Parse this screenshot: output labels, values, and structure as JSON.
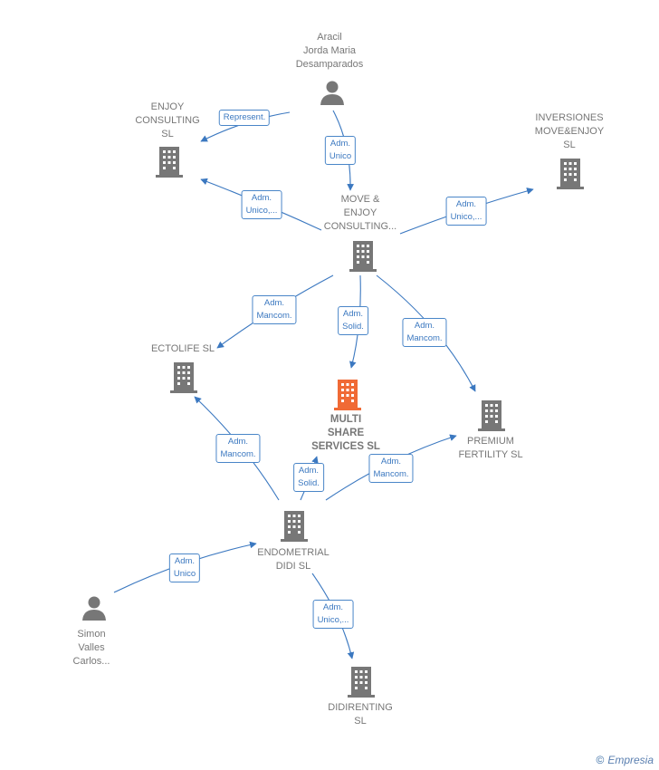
{
  "nodes": {
    "aracil": {
      "label": "Aracil\nJorda Maria\nDesamparados",
      "type": "person"
    },
    "enjoy_consulting": {
      "label": "ENJOY\nCONSULTING\nSL",
      "type": "company"
    },
    "inversiones": {
      "label": "INVERSIONES\nMOVE&ENJOY\nSL",
      "type": "company"
    },
    "move_enjoy": {
      "label": "MOVE &\nENJOY\nCONSULTING...",
      "type": "company"
    },
    "ectolife": {
      "label": "ECTOLIFE  SL",
      "type": "company"
    },
    "multi_share": {
      "label": "MULTI\nSHARE\nSERVICES  SL",
      "type": "company-focus"
    },
    "premium_fertility": {
      "label": "PREMIUM\nFERTILITY  SL",
      "type": "company"
    },
    "endometrial": {
      "label": "ENDOMETRIAL\nDIDI  SL",
      "type": "company"
    },
    "simon": {
      "label": "Simon\nValles\nCarlos...",
      "type": "person"
    },
    "didirenting": {
      "label": "DIDIRENTING\nSL",
      "type": "company"
    }
  },
  "edges": [
    {
      "id": "e1",
      "label": "Represent."
    },
    {
      "id": "e2",
      "label": "Adm.\nUnico"
    },
    {
      "id": "e3",
      "label": "Adm.\nUnico,..."
    },
    {
      "id": "e4",
      "label": "Adm.\nUnico,..."
    },
    {
      "id": "e5",
      "label": "Adm.\nMancom."
    },
    {
      "id": "e6",
      "label": "Adm.\nSolid."
    },
    {
      "id": "e7",
      "label": "Adm.\nMancom."
    },
    {
      "id": "e8",
      "label": "Adm.\nMancom."
    },
    {
      "id": "e9",
      "label": "Adm.\nSolid."
    },
    {
      "id": "e10",
      "label": "Adm.\nMancom."
    },
    {
      "id": "e11",
      "label": "Adm.\nUnico"
    },
    {
      "id": "e12",
      "label": "Adm.\nUnico,..."
    }
  ],
  "colors": {
    "edge": "#3b78c0",
    "company": "#777777",
    "focus": "#f06a35",
    "person": "#777777"
  },
  "branding": {
    "copyright": "©",
    "name": "Empresia"
  }
}
